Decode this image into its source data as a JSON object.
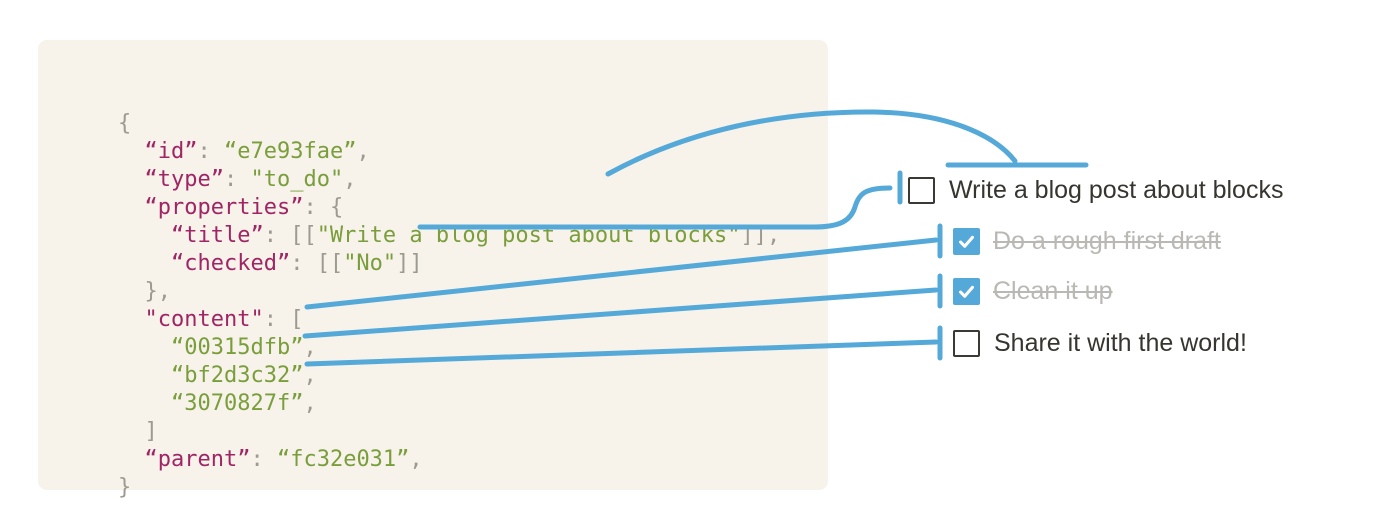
{
  "colors": {
    "accent": "#54A9D9",
    "code_background": "#F7F2EA",
    "code_key": "#A02565",
    "code_string": "#7A9E3B",
    "code_punctuation": "#9D9A92",
    "todo_text": "#37352F",
    "todo_done_text": "#B9B8B4",
    "checkbox_border": "#3A3934",
    "checkbox_checked_fill": "#54A9D9"
  },
  "code_block": {
    "language": "json",
    "lines": [
      [
        {
          "t": "{",
          "c": "punct"
        }
      ],
      [
        {
          "t": "  ",
          "c": "punct"
        },
        {
          "t": "“id”",
          "c": "key"
        },
        {
          "t": ": ",
          "c": "punct"
        },
        {
          "t": "“e7e93fae”",
          "c": "str"
        },
        {
          "t": ",",
          "c": "punct"
        }
      ],
      [
        {
          "t": "  ",
          "c": "punct"
        },
        {
          "t": "“type”",
          "c": "key"
        },
        {
          "t": ": ",
          "c": "punct"
        },
        {
          "t": "\"to_do\"",
          "c": "str"
        },
        {
          "t": ",",
          "c": "punct"
        }
      ],
      [
        {
          "t": "  ",
          "c": "punct"
        },
        {
          "t": "“properties”",
          "c": "key"
        },
        {
          "t": ": {",
          "c": "punct"
        }
      ],
      [
        {
          "t": "    ",
          "c": "punct"
        },
        {
          "t": "“title”",
          "c": "key"
        },
        {
          "t": ": [[",
          "c": "punct"
        },
        {
          "t": "\"Write a blog post about blocks\"",
          "c": "str"
        },
        {
          "t": "]],",
          "c": "punct"
        }
      ],
      [
        {
          "t": "    ",
          "c": "punct"
        },
        {
          "t": "“checked”",
          "c": "key"
        },
        {
          "t": ": [[",
          "c": "punct"
        },
        {
          "t": "\"No\"",
          "c": "str"
        },
        {
          "t": "]]",
          "c": "punct"
        }
      ],
      [
        {
          "t": "  },",
          "c": "punct"
        }
      ],
      [
        {
          "t": "  ",
          "c": "punct"
        },
        {
          "t": "\"content\"",
          "c": "key"
        },
        {
          "t": ": [",
          "c": "punct"
        }
      ],
      [
        {
          "t": "    ",
          "c": "punct"
        },
        {
          "t": "“00315dfb”",
          "c": "str"
        },
        {
          "t": ",",
          "c": "punct"
        }
      ],
      [
        {
          "t": "    ",
          "c": "punct"
        },
        {
          "t": "“bf2d3c32”",
          "c": "str"
        },
        {
          "t": ",",
          "c": "punct"
        }
      ],
      [
        {
          "t": "    ",
          "c": "punct"
        },
        {
          "t": "“3070827f”",
          "c": "str"
        },
        {
          "t": ",",
          "c": "punct"
        }
      ],
      [
        {
          "t": "  ]",
          "c": "punct"
        }
      ],
      [
        {
          "t": "  ",
          "c": "punct"
        },
        {
          "t": "“parent”",
          "c": "key"
        },
        {
          "t": ": ",
          "c": "punct"
        },
        {
          "t": "“fc32e031”",
          "c": "str"
        },
        {
          "t": ",",
          "c": "punct"
        }
      ],
      [
        {
          "t": "}",
          "c": "punct"
        }
      ]
    ]
  },
  "todo_list": {
    "items": [
      {
        "label": "Write a blog post about blocks",
        "checked": false
      },
      {
        "label": "Do a rough first draft",
        "checked": true
      },
      {
        "label": "Clean it up",
        "checked": true
      },
      {
        "label": "Share it with the world!",
        "checked": false
      }
    ]
  },
  "connections": [
    {
      "from": "“title”: [[\"Write a blog post about blocks\"]]",
      "to": "Write a blog post about blocks"
    },
    {
      "from": "“checked”: [[\"No\"]]",
      "to": "checkbox of \"Write a blog post about blocks\""
    },
    {
      "from": "“00315dfb”",
      "to": "Do a rough first draft"
    },
    {
      "from": "“bf2d3c32”",
      "to": "Clean it up"
    },
    {
      "from": "“3070827f”",
      "to": "Share it with the world!"
    }
  ]
}
